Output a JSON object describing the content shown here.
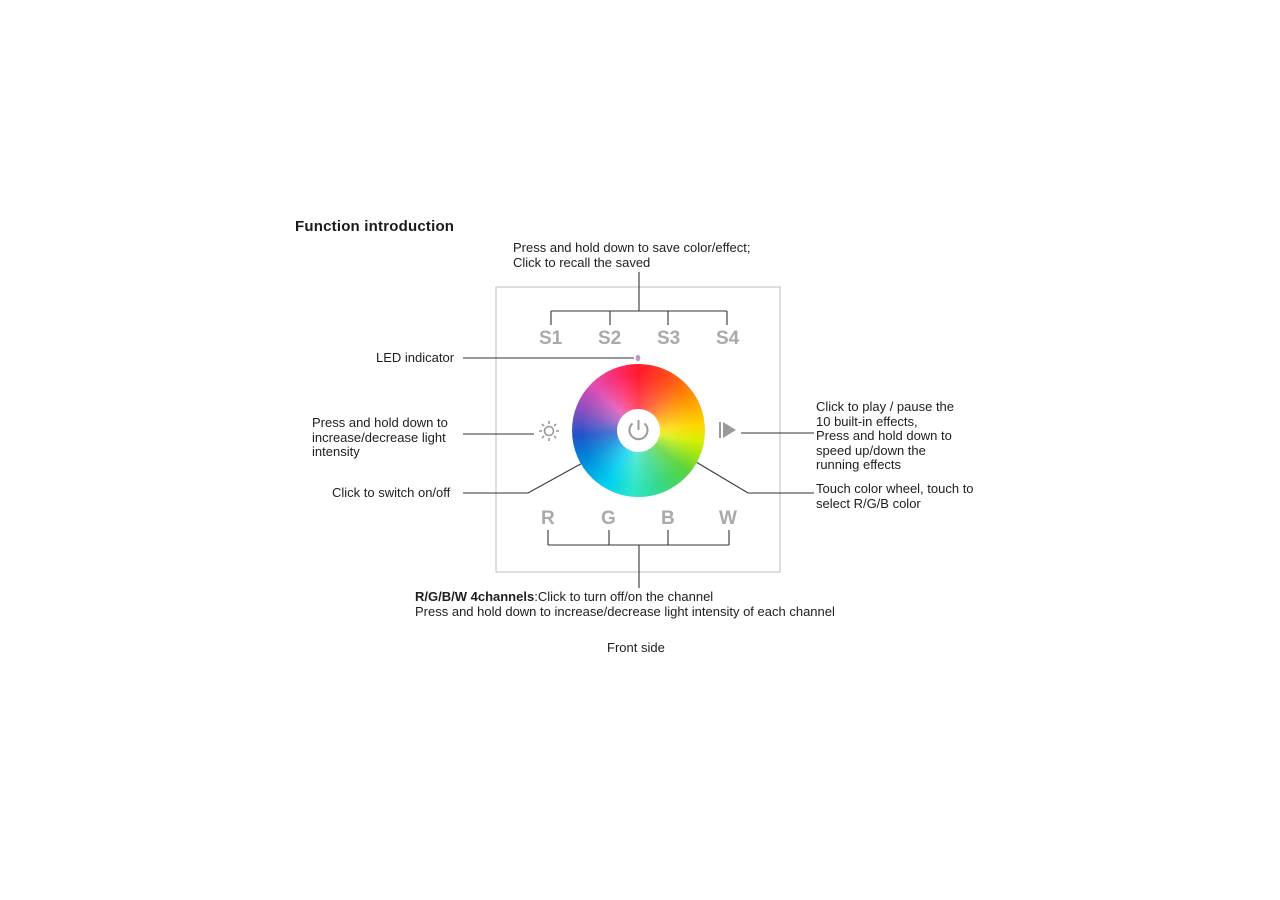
{
  "title": "Function introduction",
  "scene_buttons": [
    "S1",
    "S2",
    "S3",
    "S4"
  ],
  "channel_buttons": [
    "R",
    "G",
    "B",
    "W"
  ],
  "annotations": {
    "scenes_line1": "Press and hold down to save color/effect;",
    "scenes_line2": "Click to recall the saved",
    "led": "LED indicator",
    "brightness_line1": "Press and hold down to",
    "brightness_line2": "increase/decrease light",
    "brightness_line3": "intensity",
    "power": "Click to switch on/off",
    "play_line1": "Click to play / pause the",
    "play_line2": "10 built-in effects,",
    "play_line3": "Press and hold down to",
    "play_line4": "speed up/down the",
    "play_line5": "running effects",
    "wheel_line1": "Touch color wheel, touch to",
    "wheel_line2": "select R/G/B color",
    "channels_bold": "R/G/B/W 4channels",
    "channels_line1_rest": ":Click to turn off/on the channel",
    "channels_line2": "Press and hold down to increase/decrease light intensity of each channel"
  },
  "caption": "Front side",
  "icons": {
    "brightness": "sun-icon",
    "power": "power-icon",
    "play_pause": "play-pause-icon",
    "wheel": "color-wheel"
  },
  "colors": {
    "panel_border": "#c8c8c8",
    "button_label": "#a9a9a9",
    "leader_line": "#333333",
    "led": "#b79cc9"
  }
}
